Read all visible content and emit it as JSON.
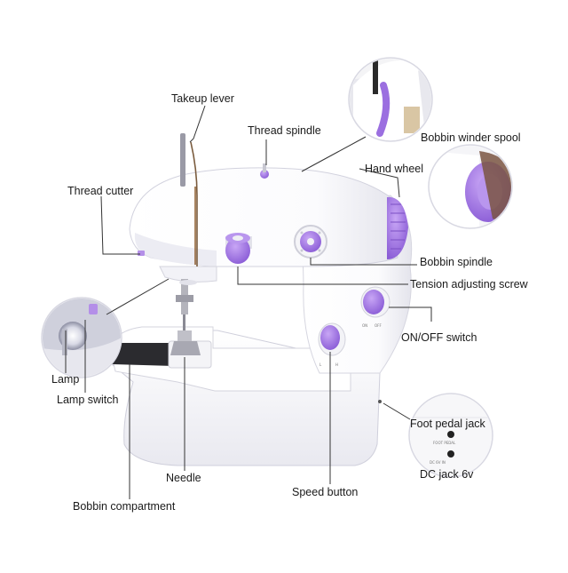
{
  "colors": {
    "body": "#ffffff",
    "body_shade": "#e6e6ef",
    "accent_purple": "#a77be3",
    "accent_purple_dark": "#7b4fc4",
    "line": "#333333"
  },
  "icons": [
    "sewing-machine",
    "lamp-inset",
    "bobbin-winder-inset",
    "hand-wheel-inset",
    "jack-panel-inset"
  ],
  "labels": {
    "takeup_lever": "Takeup lever",
    "thread_spindle": "Thread spindle",
    "thread_cutter": "Thread cutter",
    "bobbin_winder_spool": "Bobbin winder spool",
    "hand_wheel": "Hand wheel",
    "bobbin_spindle": "Bobbin spindle",
    "tension_adjusting_screw": "Tension adjusting screw",
    "on_off_switch": "ON/OFF switch",
    "lamp": "Lamp",
    "lamp_switch": "Lamp switch",
    "foot_pedal_jack": "Foot pedal jack",
    "dc_jack": "DC jack 6v",
    "needle": "Needle",
    "speed_button": "Speed button",
    "bobbin_compartment": "Bobbin compartment"
  }
}
